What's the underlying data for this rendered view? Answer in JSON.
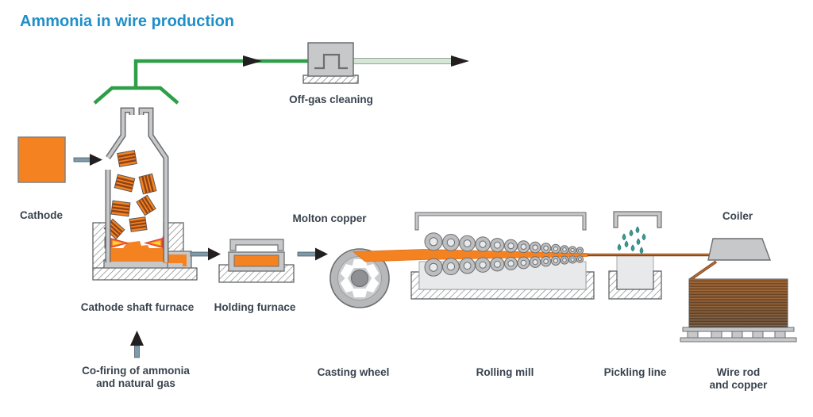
{
  "title": "Ammonia in wire production",
  "labels": {
    "off_gas": "Off-gas cleaning",
    "cathode": "Cathode",
    "shaft_furnace": "Cathode shaft furnace",
    "holding_furnace": "Holding furnace",
    "molten_copper": "Molton copper",
    "co_firing_1": "Co-firing of ammonia",
    "co_firing_2": "and natural gas",
    "casting_wheel": "Casting wheel",
    "rolling_mill": "Rolling mill",
    "pickling_line": "Pickling line",
    "coiler": "Coiler",
    "wire_rod_1": "Wire rod",
    "wire_rod_2": "and copper"
  },
  "flow": {
    "main_sequence": [
      "Cathode",
      "Cathode shaft furnace",
      "Holding furnace",
      "Casting wheel",
      "Rolling mill",
      "Pickling line",
      "Coiler",
      "Wire rod and copper"
    ],
    "off_gas_branch": [
      "Cathode shaft furnace",
      "Off-gas cleaning"
    ],
    "fuel_input": "Co-firing of ammonia and natural gas",
    "intermediate_product": "Molton copper"
  },
  "colors": {
    "title_blue": "#1F8FC9",
    "label_dark": "#39434E",
    "copper_orange": "#F58220",
    "off_gas_green": "#2E9E49",
    "clean_gas_pale": "#D5E5D6",
    "water_teal": "#3D9B96",
    "machine_gray": "#C7C8CA",
    "machine_outline": "#6D6E71",
    "wire_copper": "#A0592B",
    "arrow_black": "#231F20"
  }
}
